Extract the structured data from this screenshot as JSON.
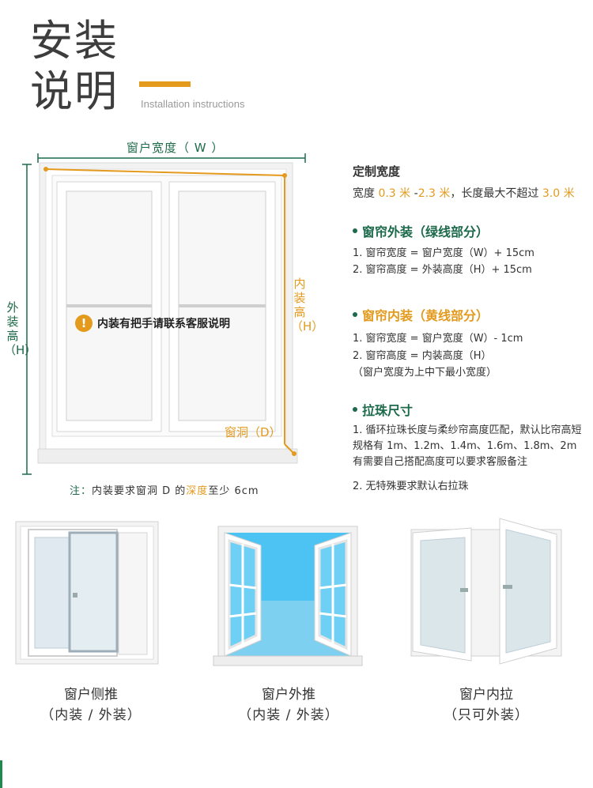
{
  "header": {
    "title_line1": "安装",
    "title_line2": "说明",
    "subtitle": "Installation instructions"
  },
  "diagram": {
    "width_label": "窗户宽度（ W ）",
    "outer_height_label": "外装高（H）",
    "inner_height_label": "内装高（H）",
    "depth_label": "窗洞（D）",
    "notice_icon": "!",
    "notice_text": "内装有把手请联系客服说明",
    "note_prefix": "注：",
    "note_text_1": "内装要求窗洞 D 的",
    "note_highlight": "深度",
    "note_text_2": "至少 6cm"
  },
  "custom_width": {
    "title": "定制宽度",
    "prefix": "宽度 ",
    "min": "0.3 米",
    "sep": " -",
    "max": "2.3 米",
    "mid": "，长度最大不超过 ",
    "length_max": "3.0 米"
  },
  "outer_install": {
    "heading": "窗帘外装（绿线部分）",
    "lines": [
      "1. 窗帘宽度 = 窗户宽度（W）+ 15cm",
      "2. 窗帘高度 = 外装高度（H）+ 15cm"
    ]
  },
  "inner_install": {
    "heading": "窗帘内装（黄线部分）",
    "lines": [
      "1. 窗帘宽度 = 窗户宽度（W）- 1cm",
      "2. 窗帘高度 = 内装高度（H）",
      "（窗户宽度为上中下最小宽度）"
    ]
  },
  "bead_size": {
    "heading": "拉珠尺寸",
    "lines": [
      "1. 循环拉珠长度与柔纱帘高度匹配，默认比帘高短",
      "规格有 1m、1.2m、1.4m、1.6m、1.8m、2m",
      "有需要自己搭配高度可以要求客服备注",
      "2. 无特殊要求默认右拉珠"
    ]
  },
  "window_types": [
    {
      "name": "窗户侧推",
      "install": "（内装 / 外装）"
    },
    {
      "name": "窗户外推",
      "install": "（内装 / 外装）"
    },
    {
      "name": "窗户内拉",
      "install": "（只可外装）"
    }
  ],
  "colors": {
    "green": "#1c6a4a",
    "orange": "#e39a1d",
    "sky": "#4cc3f2"
  }
}
